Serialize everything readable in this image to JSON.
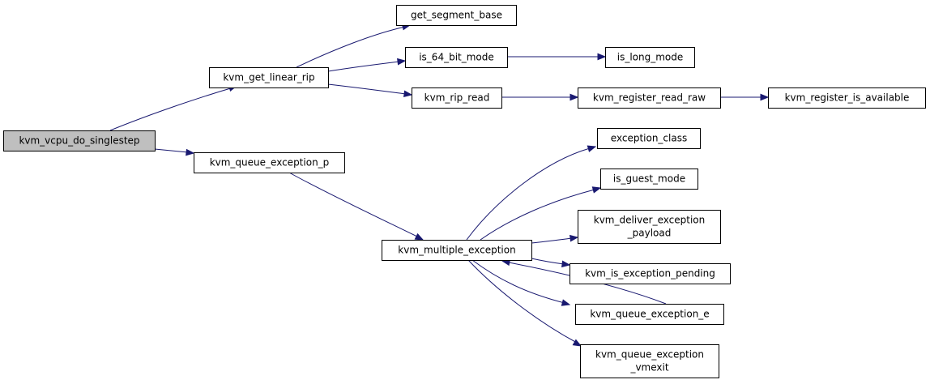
{
  "graph": {
    "nodes": {
      "kvm_vcpu_do_singlestep": {
        "lines": [
          "kvm_vcpu_do_singlestep"
        ],
        "highlighted": true
      },
      "kvm_get_linear_rip": {
        "lines": [
          "kvm_get_linear_rip"
        ]
      },
      "kvm_queue_exception_p": {
        "lines": [
          "kvm_queue_exception_p"
        ]
      },
      "get_segment_base": {
        "lines": [
          "get_segment_base"
        ]
      },
      "is_64_bit_mode": {
        "lines": [
          "is_64_bit_mode"
        ]
      },
      "kvm_rip_read": {
        "lines": [
          "kvm_rip_read"
        ]
      },
      "is_long_mode": {
        "lines": [
          "is_long_mode"
        ]
      },
      "kvm_register_read_raw": {
        "lines": [
          "kvm_register_read_raw"
        ]
      },
      "kvm_register_is_available": {
        "lines": [
          "kvm_register_is_available"
        ]
      },
      "kvm_multiple_exception": {
        "lines": [
          "kvm_multiple_exception"
        ]
      },
      "exception_class": {
        "lines": [
          "exception_class"
        ]
      },
      "is_guest_mode": {
        "lines": [
          "is_guest_mode"
        ]
      },
      "kvm_deliver_exception_payload": {
        "lines": [
          "kvm_deliver_exception",
          "_payload"
        ]
      },
      "kvm_is_exception_pending": {
        "lines": [
          "kvm_is_exception_pending"
        ]
      },
      "kvm_queue_exception_e": {
        "lines": [
          "kvm_queue_exception_e"
        ]
      },
      "kvm_queue_exception_vmexit": {
        "lines": [
          "kvm_queue_exception",
          "_vmexit"
        ]
      }
    },
    "edges": [
      [
        "kvm_vcpu_do_singlestep",
        "kvm_get_linear_rip"
      ],
      [
        "kvm_vcpu_do_singlestep",
        "kvm_queue_exception_p"
      ],
      [
        "kvm_get_linear_rip",
        "get_segment_base"
      ],
      [
        "kvm_get_linear_rip",
        "is_64_bit_mode"
      ],
      [
        "kvm_get_linear_rip",
        "kvm_rip_read"
      ],
      [
        "is_64_bit_mode",
        "is_long_mode"
      ],
      [
        "kvm_rip_read",
        "kvm_register_read_raw"
      ],
      [
        "kvm_register_read_raw",
        "kvm_register_is_available"
      ],
      [
        "kvm_queue_exception_p",
        "kvm_multiple_exception"
      ],
      [
        "kvm_multiple_exception",
        "exception_class"
      ],
      [
        "kvm_multiple_exception",
        "is_guest_mode"
      ],
      [
        "kvm_multiple_exception",
        "kvm_deliver_exception_payload"
      ],
      [
        "kvm_multiple_exception",
        "kvm_is_exception_pending"
      ],
      [
        "kvm_multiple_exception",
        "kvm_queue_exception_e"
      ],
      [
        "kvm_multiple_exception",
        "kvm_queue_exception_vmexit"
      ],
      [
        "kvm_queue_exception_e",
        "kvm_multiple_exception"
      ]
    ],
    "colors": {
      "edge": "#191970",
      "root_fill": "#bfbfbf",
      "node_fill": "#ffffff",
      "border": "#000000"
    }
  }
}
